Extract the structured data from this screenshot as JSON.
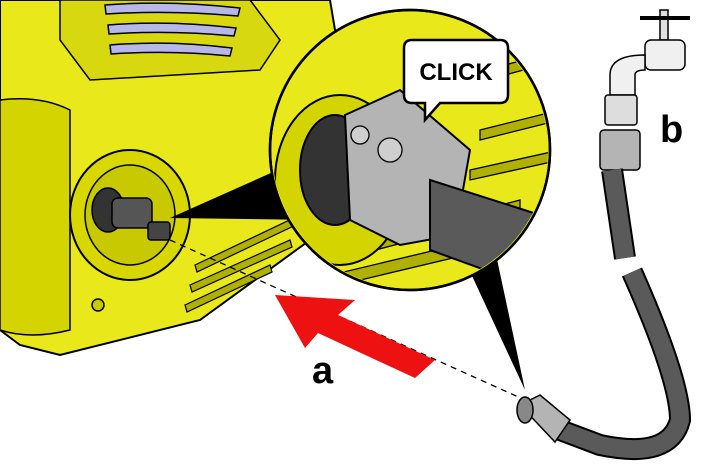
{
  "figure": {
    "callout_text": "CLICK",
    "label_a": "a",
    "label_b": "b"
  },
  "colors": {
    "machine_yellow": "#e8e81a",
    "machine_shadow": "#c9c900",
    "arrow_red": "#ee1111",
    "hose_gray": "#5a5a5a",
    "coupling_gray": "#b4b4b4",
    "outline": "#000000"
  }
}
